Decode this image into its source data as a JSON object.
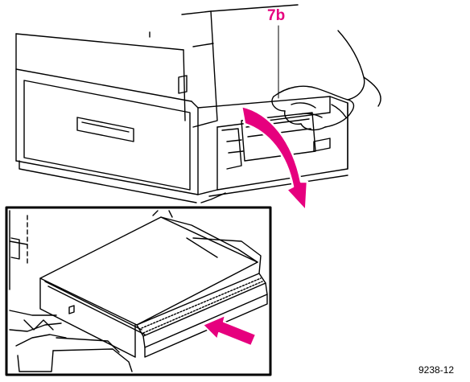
{
  "figure": {
    "callout_label": "7b",
    "figure_number": "9238-12",
    "accent_color": "#e6007e",
    "line_color": "#000000",
    "icons": [
      "curved-arrow-down",
      "straight-arrow-push"
    ]
  }
}
